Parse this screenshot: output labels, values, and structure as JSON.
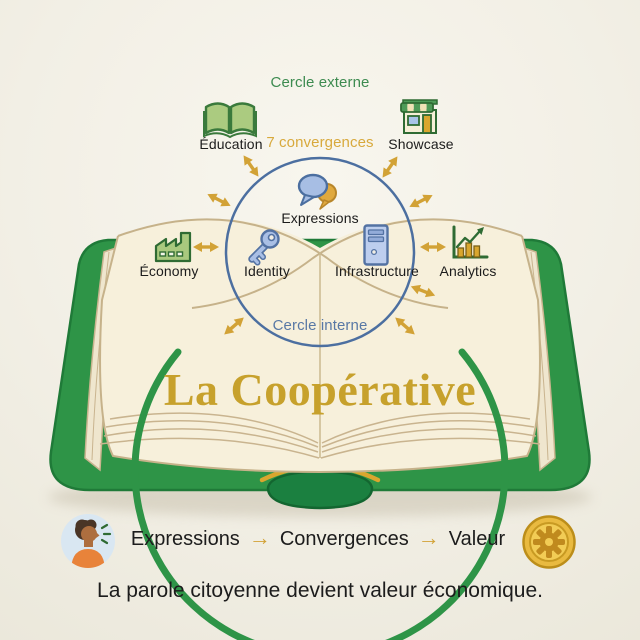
{
  "canvas": {
    "background": "#F1EEE3"
  },
  "outer_circle": {
    "label": "Cercle externe",
    "ring_color": "#2E9447",
    "label_color": "#3D8B50"
  },
  "inner_circle": {
    "label": "Cercle interne",
    "ring_color": "#4C6FA0",
    "label_color": "#5878A5"
  },
  "convergences": {
    "label": "7 convergences",
    "label_color": "#D8A93C",
    "arrow_color": "#D2A236",
    "arrow_count": 9
  },
  "nodes": {
    "education": {
      "label": "Éducation",
      "icon": "open-book-icon"
    },
    "showcase": {
      "label": "Showcase",
      "icon": "storefront-icon"
    },
    "expressions": {
      "label": "Expressions",
      "icon": "speech-bubbles-icon"
    },
    "economy": {
      "label": "Économy",
      "icon": "factory-icon"
    },
    "identity": {
      "label": "Identity",
      "icon": "key-icon"
    },
    "infrastructure": {
      "label": "Infrastructure",
      "icon": "server-icon"
    },
    "analytics": {
      "label": "Analytics",
      "icon": "bar-chart-icon"
    }
  },
  "book": {
    "title": "La Coopérative",
    "title_color": "#C7A12C",
    "cover_color": "#2E9447",
    "page_color": "#F7F0DB"
  },
  "formula": {
    "steps": [
      "Expressions",
      "Convergences",
      "Valeur"
    ],
    "arrow": "→",
    "arrow_color": "#D2A236"
  },
  "tagline": "La parole citoyenne devient valeur économique."
}
